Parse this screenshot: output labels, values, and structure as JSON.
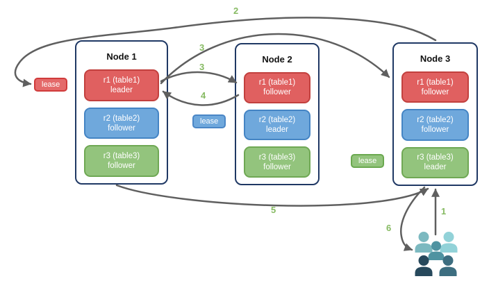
{
  "nodes": [
    {
      "title": "Node 1",
      "replicas": [
        {
          "name": "r1 (table1)",
          "role": "leader"
        },
        {
          "name": "r2 (table2)",
          "role": "follower"
        },
        {
          "name": "r3 (table3)",
          "role": "follower"
        }
      ]
    },
    {
      "title": "Node 2",
      "replicas": [
        {
          "name": "r1 (table1)",
          "role": "follower"
        },
        {
          "name": "r2 (table2)",
          "role": "leader"
        },
        {
          "name": "r3 (table3)",
          "role": "follower"
        }
      ]
    },
    {
      "title": "Node 3",
      "replicas": [
        {
          "name": "r1 (table1)",
          "role": "follower"
        },
        {
          "name": "r2 (table2)",
          "role": "follower"
        },
        {
          "name": "r3 (table3)",
          "role": "leader"
        }
      ]
    }
  ],
  "leases": {
    "red": "lease",
    "blue": "lease",
    "green": "lease"
  },
  "steps": [
    "2",
    "3",
    "3",
    "4",
    "5",
    "6",
    "1"
  ],
  "icons": {
    "users": "users-icon"
  },
  "colors": {
    "node_border": "#1f3864",
    "replica_red": "#e06060",
    "replica_red_border": "#c2403e",
    "replica_blue": "#6fa8dc",
    "replica_blue_border": "#4484c4",
    "replica_green": "#93c47d",
    "replica_green_border": "#6fa854",
    "lease_red": "#e46a6a",
    "lease_red_border": "#d03b3b",
    "lease_blue": "#6fa8dc",
    "lease_blue_border": "#4a86c6",
    "lease_green": "#93c47d",
    "lease_green_border": "#6aa84f",
    "arrow": "#5f5f5f",
    "step_label": "#86ba62",
    "user_light": "#92d2d8",
    "user_mid_light": "#7cb9c0",
    "user_teal": "#4f93a1",
    "user_dark": "#27495c",
    "user_slate": "#3d6e80"
  }
}
